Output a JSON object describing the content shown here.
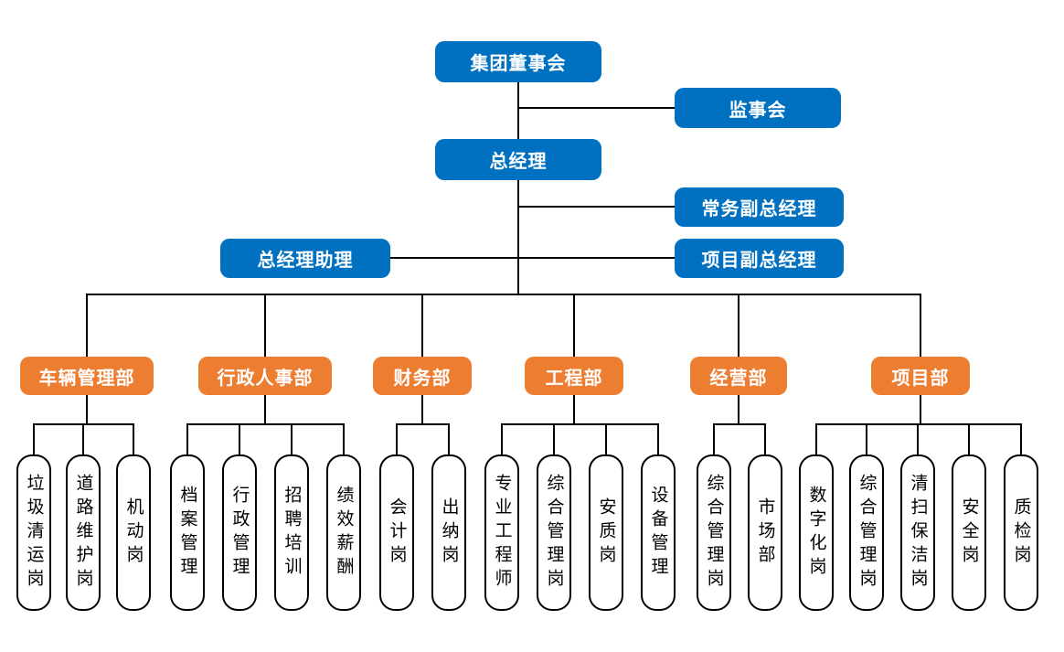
{
  "colors": {
    "executive_node": "#0070C0",
    "department_node": "#ED7D31",
    "position_node_border": "#000000",
    "connector_line": "#000000",
    "background": "#FFFFFF"
  },
  "executive": {
    "board": "集团董事会",
    "supervisory_board": "监事会",
    "general_manager": "总经理",
    "executive_deputy_gm": "常务副总经理",
    "project_deputy_gm": "项目副总经理",
    "gm_assistant": "总经理助理"
  },
  "departments": [
    {
      "label": "车辆管理部",
      "children": [
        "垃圾清运岗",
        "道路维护岗",
        "机动岗"
      ]
    },
    {
      "label": "行政人事部",
      "children": [
        "档案管理",
        "行政管理",
        "招聘培训",
        "绩效薪酬"
      ]
    },
    {
      "label": "财务部",
      "children": [
        "会计岗",
        "出纳岗"
      ]
    },
    {
      "label": "工程部",
      "children": [
        "专业工程师",
        "综合管理岗",
        "安质岗",
        "设备管理"
      ]
    },
    {
      "label": "经营部",
      "children": [
        "综合管理岗",
        "市场部"
      ]
    },
    {
      "label": "项目部",
      "children": [
        "数字化岗",
        "综合管理岗",
        "清扫保洁岗",
        "安全岗",
        "质检岗"
      ]
    }
  ]
}
